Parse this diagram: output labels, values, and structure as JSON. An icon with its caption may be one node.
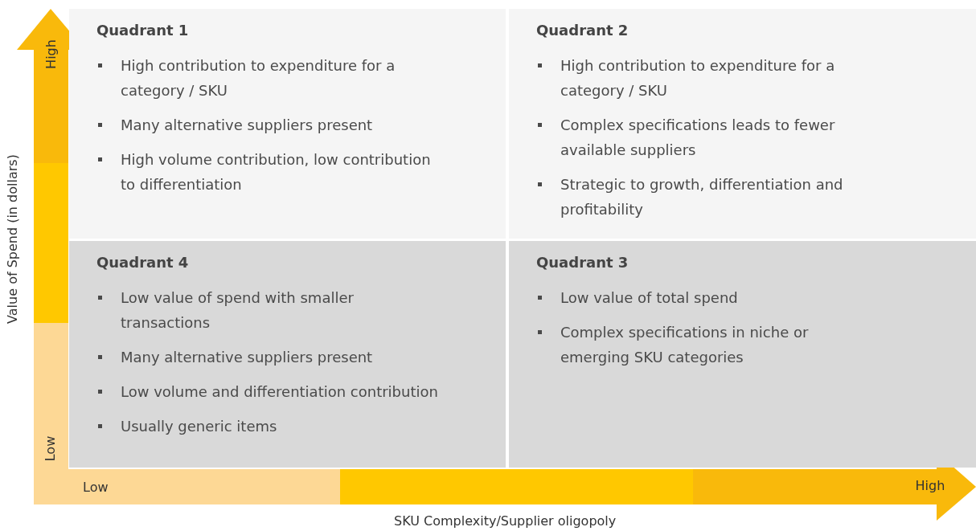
{
  "diagram": {
    "nodes": [
      {
        "text": [
          "Quadrant 1",
          "High contribution to expenditure for a category / SKU",
          "Many alternative suppliers present",
          "High volume contribution, low contribution to differentiation"
        ]
      },
      {
        "text": [
          "Quadrant 2",
          "High contribution to expenditure for a category / SKU",
          "Complex specifications leads to fewer available suppliers",
          "Strategic to growth, differentiation and profitability"
        ]
      },
      {
        "text": [
          "Quadrant 4",
          "Low value of spend with smaller transactions",
          "Many alternative suppliers present",
          "Low volume and differentiation contribution",
          "Usually generic items"
        ]
      },
      {
        "text": [
          "Quadrant 3",
          "Low value of total spend",
          "Complex specifications in niche or emerging SKU categories"
        ]
      }
    ],
    "labels": [
      "High",
      "Value of Spend (in dollars)",
      "Low",
      "Low",
      "High",
      "SKU Complexity/Supplier oligopoly"
    ]
  }
}
